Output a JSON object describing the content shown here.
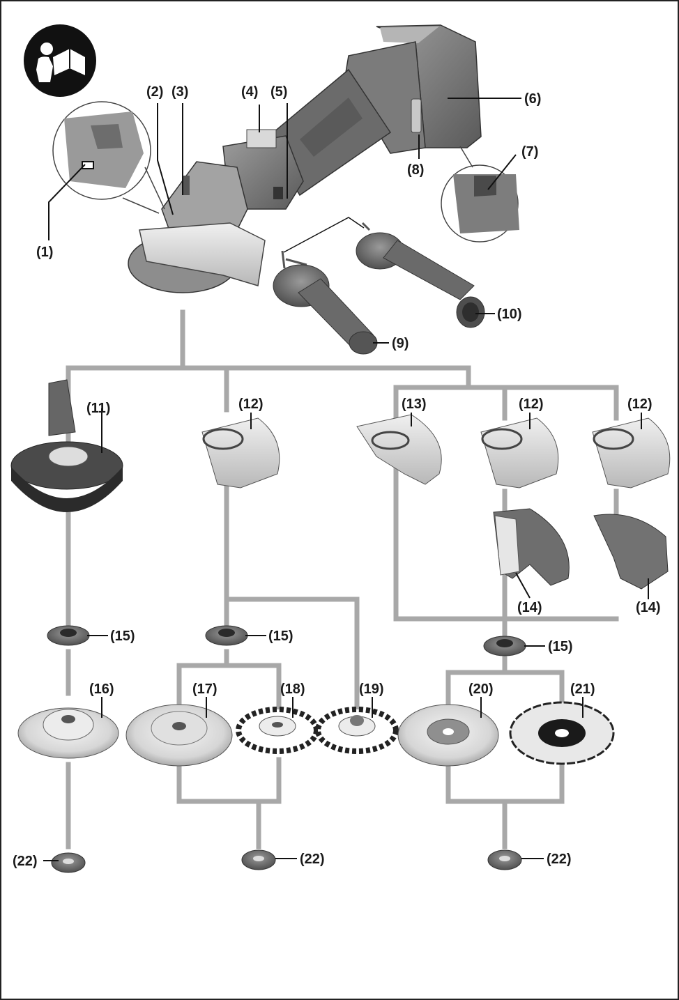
{
  "labels": {
    "l1": "(1)",
    "l2": "(2)",
    "l3": "(3)",
    "l4": "(4)",
    "l5": "(5)",
    "l6": "(6)",
    "l7": "(7)",
    "l8": "(8)",
    "l9": "(9)",
    "l10": "(10)",
    "l11": "(11)",
    "l12": "(12)",
    "l13": "(13)",
    "l14": "(14)",
    "l15": "(15)",
    "l16": "(16)",
    "l17": "(17)",
    "l18": "(18)",
    "l19": "(19)",
    "l20": "(20)",
    "l21": "(21)",
    "l22": "(22)"
  },
  "icons": {
    "manual": "read-manual-icon"
  },
  "colors": {
    "connector": "#a8a8a8",
    "tool_body": "#8a8a8a",
    "tool_dark": "#5e5e5e",
    "guard": "#cfcfcf",
    "label": "#1a1a1a"
  }
}
